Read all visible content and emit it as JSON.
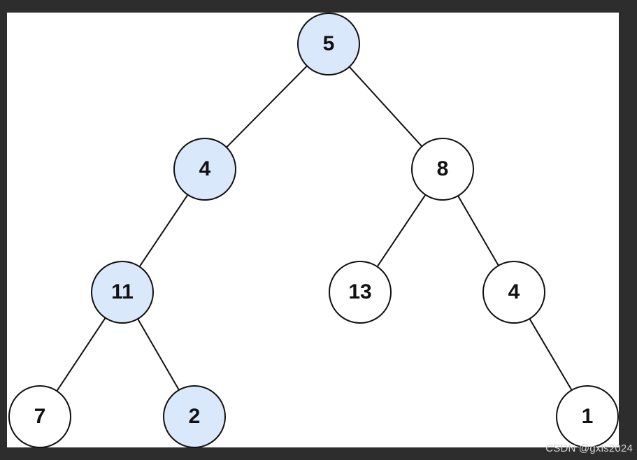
{
  "tree": {
    "nodes": [
      {
        "id": "root-5",
        "label": "5",
        "highlighted": true
      },
      {
        "id": "left-4",
        "label": "4",
        "highlighted": true
      },
      {
        "id": "right-8",
        "label": "8",
        "highlighted": false
      },
      {
        "id": "left-11",
        "label": "11",
        "highlighted": true
      },
      {
        "id": "right-13",
        "label": "13",
        "highlighted": false
      },
      {
        "id": "right-4",
        "label": "4",
        "highlighted": false
      },
      {
        "id": "leaf-7",
        "label": "7",
        "highlighted": false
      },
      {
        "id": "leaf-2",
        "label": "2",
        "highlighted": true
      },
      {
        "id": "leaf-1",
        "label": "1",
        "highlighted": false
      }
    ],
    "edges": [
      [
        "root-5",
        "left-4"
      ],
      [
        "root-5",
        "right-8"
      ],
      [
        "left-4",
        "left-11"
      ],
      [
        "right-8",
        "right-13"
      ],
      [
        "right-8",
        "right-4"
      ],
      [
        "left-11",
        "leaf-7"
      ],
      [
        "left-11",
        "leaf-2"
      ],
      [
        "right-4",
        "leaf-1"
      ]
    ]
  },
  "colors": {
    "canvas_background": "#ffffff",
    "frame_background": "#2d2d2d",
    "highlight_fill": "#dae8fc",
    "normal_fill": "#ffffff",
    "stroke": "#111111"
  },
  "watermark": "CSDN @gxls2024"
}
